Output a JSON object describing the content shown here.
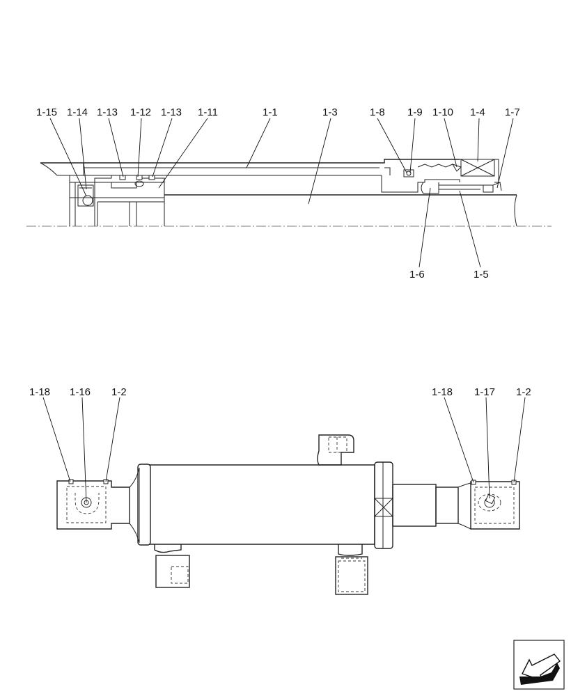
{
  "labels": {
    "top": {
      "l1_15": "1-15",
      "l1_14": "1-14",
      "l1_13a": "1-13",
      "l1_12": "1-12",
      "l1_13b": "1-13",
      "l1_11": "1-11",
      "l1_1": "1-1",
      "l1_3": "1-3",
      "l1_8": "1-8",
      "l1_9": "1-9",
      "l1_10": "1-10",
      "l1_4": "1-4",
      "l1_7": "1-7",
      "l1_6": "1-6",
      "l1_5": "1-5"
    },
    "bottom": {
      "l1_18a": "1-18",
      "l1_16": "1-16",
      "l1_2a": "1-2",
      "l1_18b": "1-18",
      "l1_17": "1-17",
      "l1_2b": "1-2"
    }
  },
  "icons": {
    "nav": "previous-page-arrow-icon"
  }
}
